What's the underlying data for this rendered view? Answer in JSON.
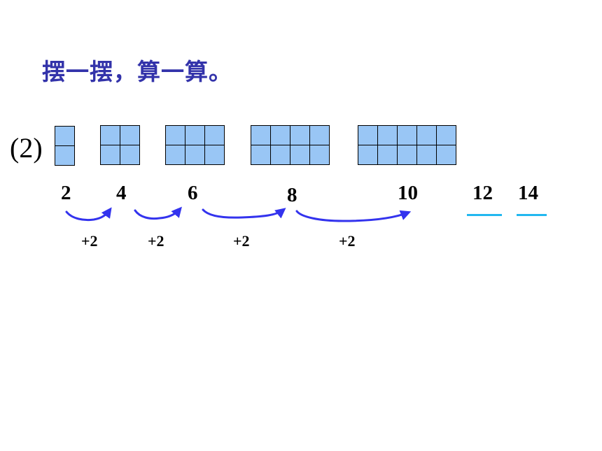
{
  "title": "摆一摆，算一算。",
  "part_label": "(2)",
  "numbers": [
    "2",
    "4",
    "6",
    "8",
    "10"
  ],
  "answers": [
    "12",
    "14"
  ],
  "steps": [
    "+2",
    "+2",
    "+2",
    "+2"
  ],
  "arrow_color": "#3333ee",
  "blank_color": "#22b8f0",
  "cell_color": "#99c6f5"
}
